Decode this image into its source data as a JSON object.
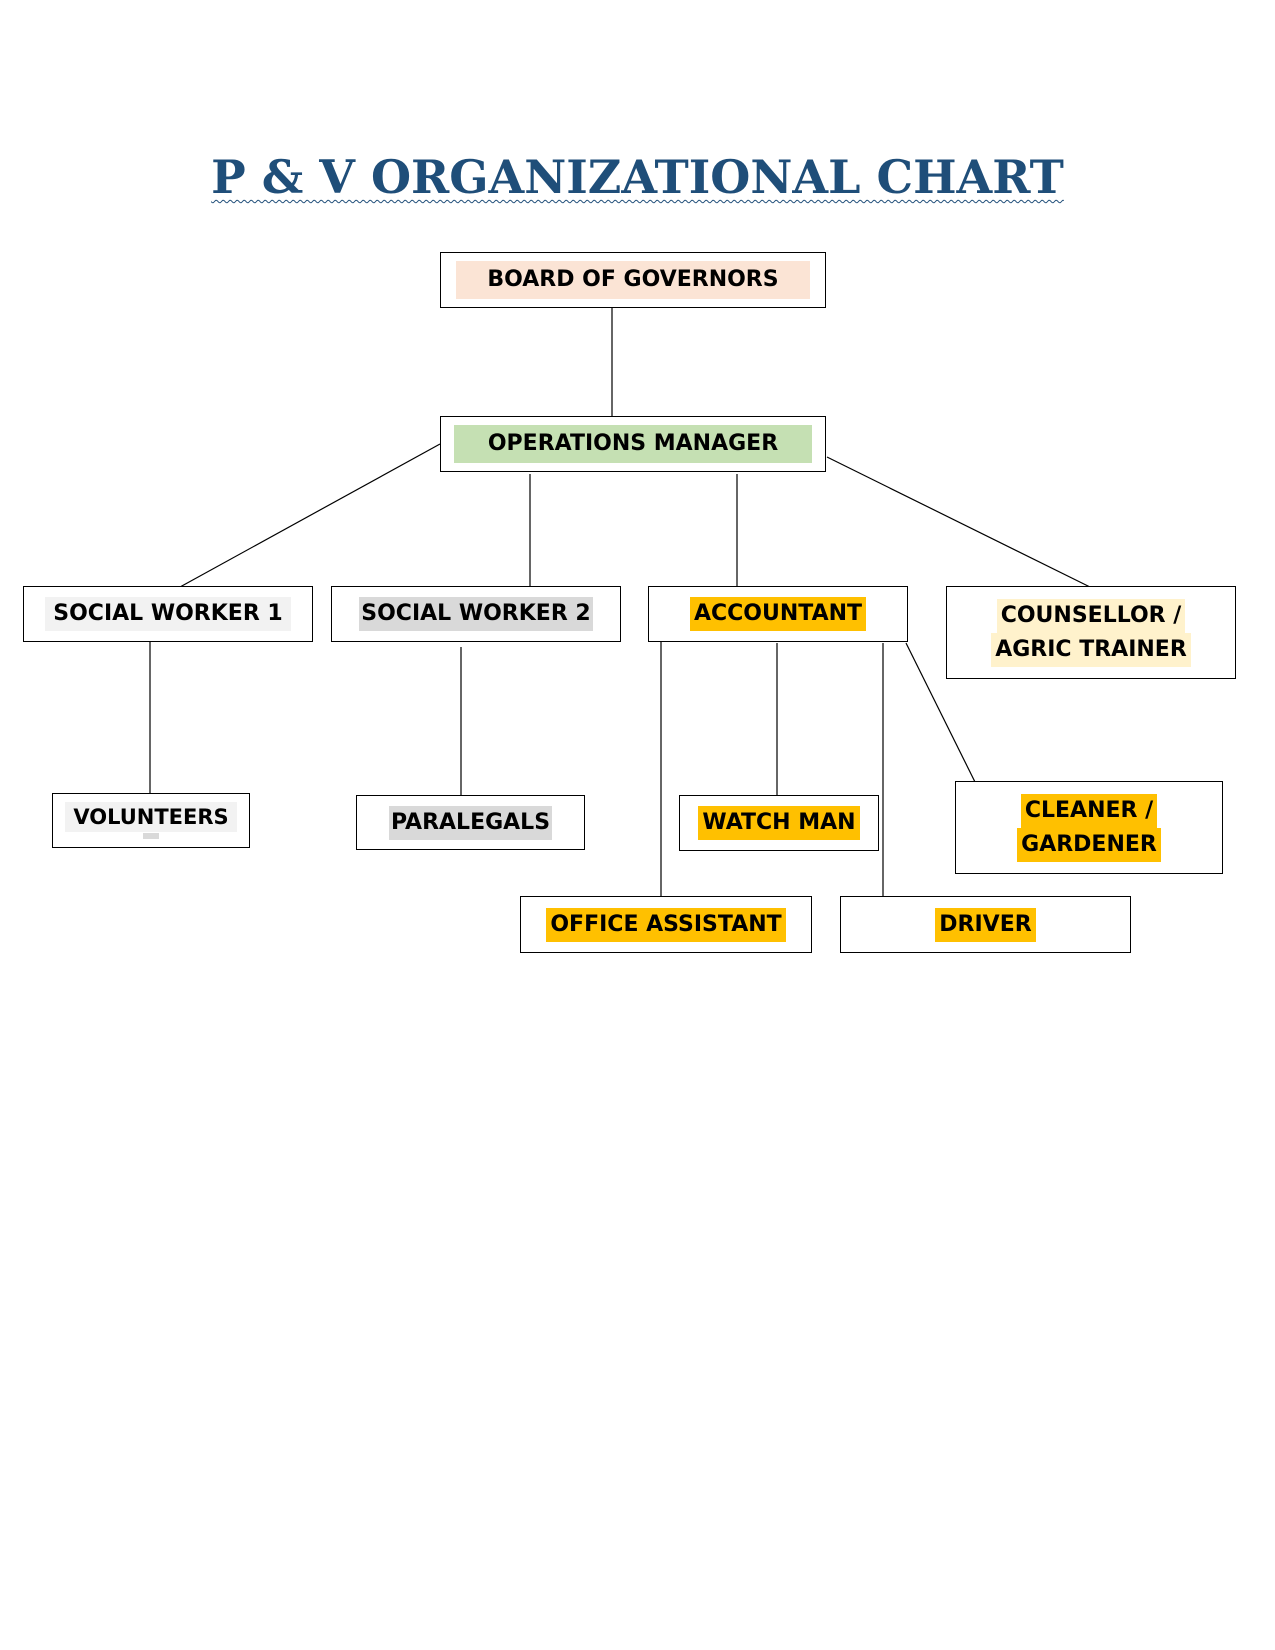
{
  "title": "P & V ORGANIZATIONAL CHART",
  "colors": {
    "title": "#1f4e79",
    "board": "#fbe4d5",
    "manager": "#c5e0b3",
    "accounts": "#ffc000",
    "counsellor": "#fff2cc",
    "social_worker_1": "#f2f2f2",
    "social_worker_2": "#d9d9d9"
  },
  "nodes": {
    "board": "BOARD OF GOVERNORS",
    "operations_manager": "OPERATIONS MANAGER",
    "social_worker_1": "SOCIAL WORKER 1",
    "social_worker_2": "SOCIAL WORKER 2",
    "accountant": "ACCOUNTANT",
    "counsellor": [
      "COUNSELLOR /",
      "AGRIC TRAINER"
    ],
    "volunteers": "VOLUNTEERS",
    "paralegals": "PARALEGALS",
    "watch_man": "WATCH MAN",
    "cleaner": [
      "CLEANER /",
      "GARDENER"
    ],
    "office_assistant": "OFFICE ASSISTANT",
    "driver": "DRIVER"
  }
}
